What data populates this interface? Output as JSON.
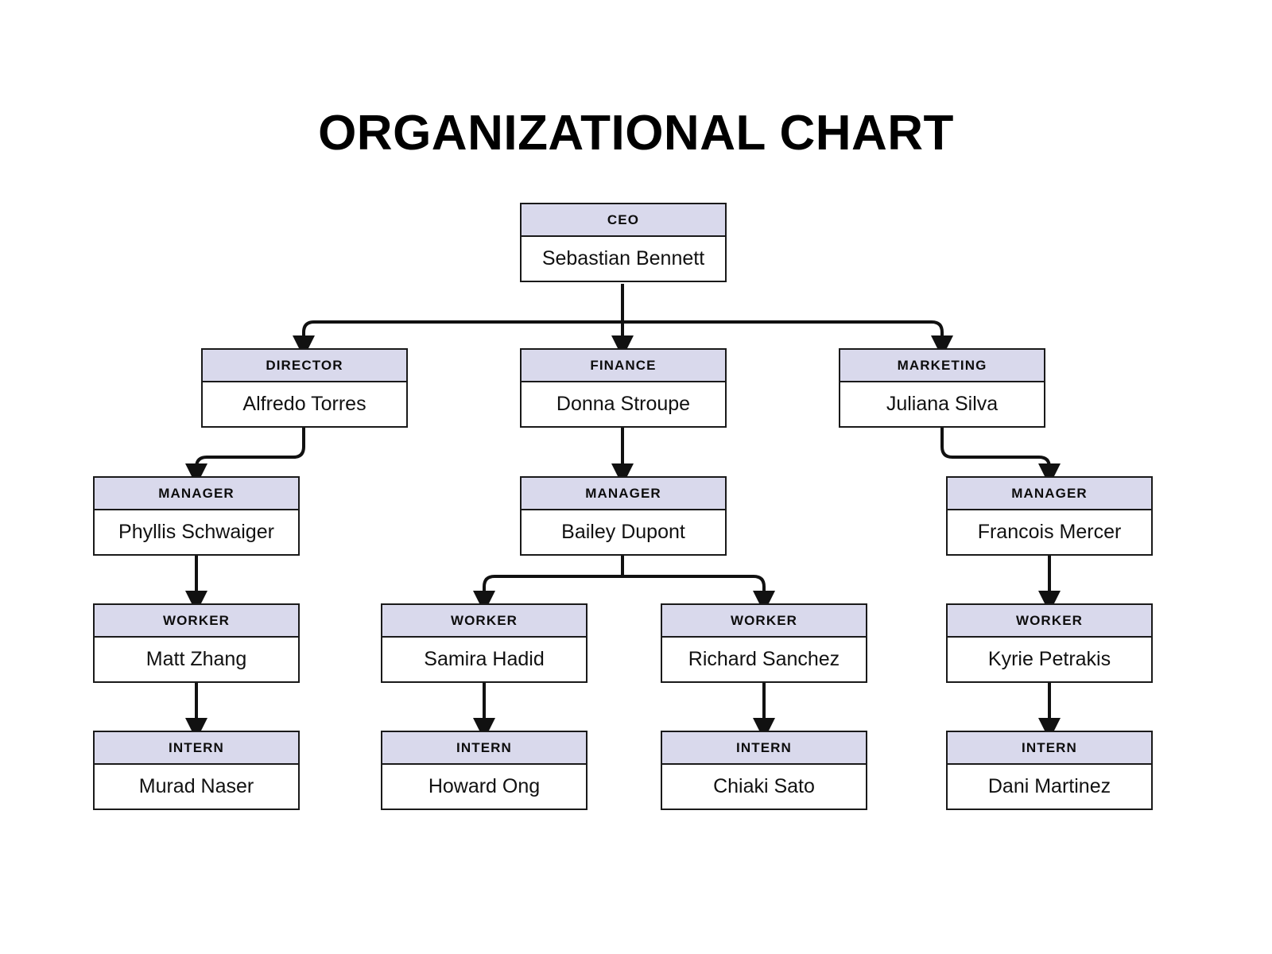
{
  "title": "ORGANIZATIONAL CHART",
  "theme": {
    "header_fill": "#d9d9ec",
    "body_fill": "#ffffff",
    "border_color": "#1a1a1a",
    "connector_color": "#111111",
    "page_background": "#ffffff",
    "text_color": "#111111"
  },
  "nodes": [
    {
      "id": "ceo",
      "role": "CEO",
      "name": "Sebastian Bennett"
    },
    {
      "id": "director",
      "role": "DIRECTOR",
      "name": "Alfredo Torres"
    },
    {
      "id": "finance",
      "role": "FINANCE",
      "name": "Donna Stroupe"
    },
    {
      "id": "marketing",
      "role": "MARKETING",
      "name": "Juliana Silva"
    },
    {
      "id": "manager1",
      "role": "MANAGER",
      "name": "Phyllis Schwaiger"
    },
    {
      "id": "manager2",
      "role": "MANAGER",
      "name": "Bailey Dupont"
    },
    {
      "id": "manager3",
      "role": "MANAGER",
      "name": "Francois Mercer"
    },
    {
      "id": "worker1",
      "role": "WORKER",
      "name": "Matt Zhang"
    },
    {
      "id": "worker2",
      "role": "WORKER",
      "name": "Samira Hadid"
    },
    {
      "id": "worker3",
      "role": "WORKER",
      "name": "Richard Sanchez"
    },
    {
      "id": "worker4",
      "role": "WORKER",
      "name": "Kyrie Petrakis"
    },
    {
      "id": "intern1",
      "role": "INTERN",
      "name": "Murad Naser"
    },
    {
      "id": "intern2",
      "role": "INTERN",
      "name": "Howard Ong"
    },
    {
      "id": "intern3",
      "role": "INTERN",
      "name": "Chiaki Sato"
    },
    {
      "id": "intern4",
      "role": "INTERN",
      "name": "Dani Martinez"
    }
  ],
  "chart_data": {
    "type": "diagram",
    "diagram_type": "org-chart",
    "title": "ORGANIZATIONAL CHART",
    "levels": [
      "CEO",
      "DIRECTOR / FINANCE / MARKETING",
      "MANAGER",
      "WORKER",
      "INTERN"
    ],
    "edges": [
      {
        "from": "ceo",
        "to": "director"
      },
      {
        "from": "ceo",
        "to": "finance"
      },
      {
        "from": "ceo",
        "to": "marketing"
      },
      {
        "from": "director",
        "to": "manager1"
      },
      {
        "from": "finance",
        "to": "manager2"
      },
      {
        "from": "marketing",
        "to": "manager3"
      },
      {
        "from": "manager1",
        "to": "worker1"
      },
      {
        "from": "manager2",
        "to": "worker2"
      },
      {
        "from": "manager2",
        "to": "worker3"
      },
      {
        "from": "manager3",
        "to": "worker4"
      },
      {
        "from": "worker1",
        "to": "intern1"
      },
      {
        "from": "worker2",
        "to": "intern2"
      },
      {
        "from": "worker3",
        "to": "intern3"
      },
      {
        "from": "worker4",
        "to": "intern4"
      }
    ]
  }
}
